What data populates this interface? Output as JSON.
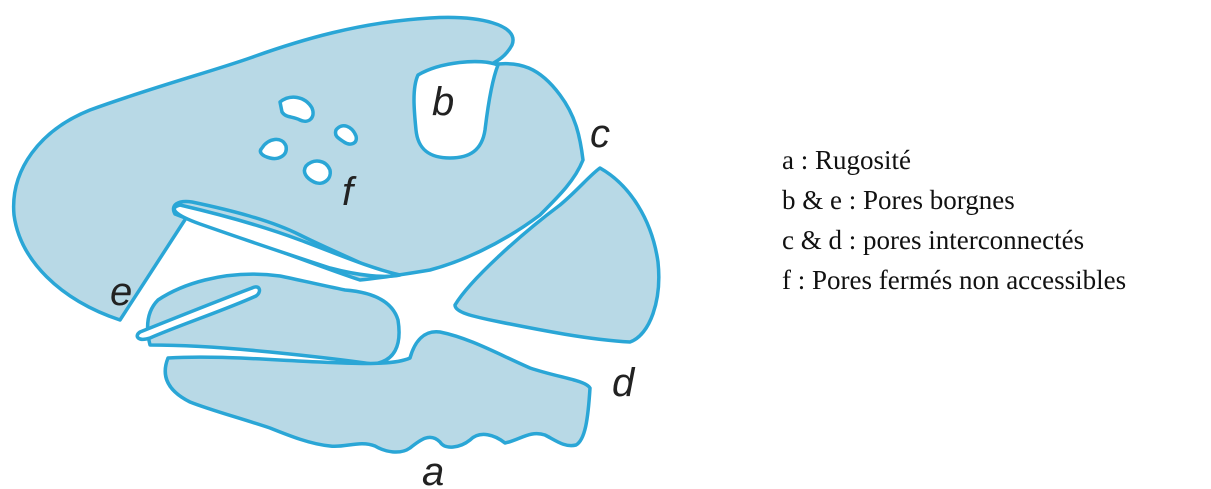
{
  "diagram": {
    "labels": {
      "a": "a",
      "b": "b",
      "c": "c",
      "d": "d",
      "e": "e",
      "f": "f"
    },
    "colors": {
      "fill": "#b8d9e6",
      "outline": "#2aa6d6",
      "pore": "#ffffff"
    }
  },
  "legend": {
    "items": [
      "a : Rugosité",
      "b & e : Pores borgnes",
      "c & d : pores interconnectés",
      "f : Pores fermés non accessibles"
    ]
  }
}
